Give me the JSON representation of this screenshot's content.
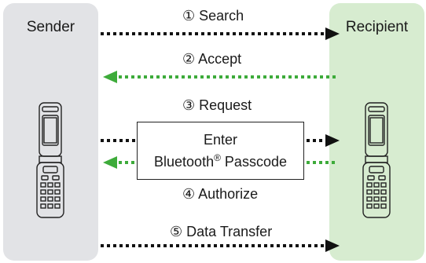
{
  "sender": {
    "label": "Sender"
  },
  "recipient": {
    "label": "Recipient"
  },
  "steps": {
    "search": "① Search",
    "accept": "② Accept",
    "request": "③ Request",
    "authorize": "④ Authorize",
    "transfer": "⑤ Data Transfer"
  },
  "passcode_box": {
    "line1": "Enter",
    "line2_main": "Bluetooth",
    "line2_sup": "®",
    "line2_tail": " Passcode"
  },
  "colors": {
    "sender_panel": "#e2e3e6",
    "recipient_panel": "#d7ecd0",
    "black_arrow": "#111111",
    "green_arrow": "#3dab3a"
  },
  "icons": [
    "flip-phone-icon",
    "flip-phone-icon"
  ]
}
